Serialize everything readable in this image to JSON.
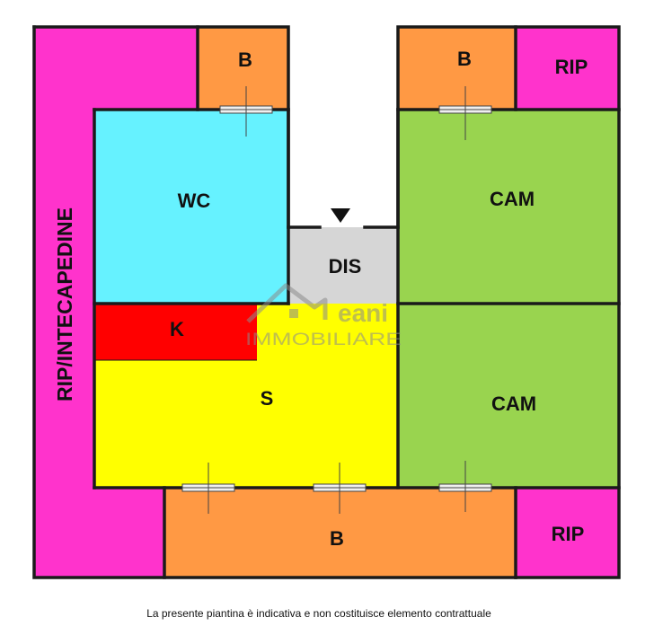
{
  "colors": {
    "rip": "#ff33cc",
    "balcony": "#ff9944",
    "wc": "#66f2ff",
    "cam": "#99d44f",
    "dis": "#d6d6d6",
    "kitchen": "#ff0000",
    "living": "#ffff00",
    "wall": "#1a1a1a",
    "logo_gray": "#8c8c8c"
  },
  "rooms": {
    "rip_intercapedine": "RIP/INTECAPEDINE",
    "balcony_top_left": "B",
    "balcony_top_right": "B",
    "rip_top_right": "RIP",
    "wc": "WC",
    "dis": "DIS",
    "cam_top": "CAM",
    "kitchen": "K",
    "living": "S",
    "cam_bottom": "CAM",
    "balcony_bottom": "B",
    "rip_bottom_right": "RIP"
  },
  "watermark": {
    "brand": "eani",
    "subtitle": "IMMOBILIARE"
  },
  "entrance_icon": "entrance-arrow-icon",
  "caption": "La presente piantina è indicativa  e non costituisce elemento contrattuale"
}
